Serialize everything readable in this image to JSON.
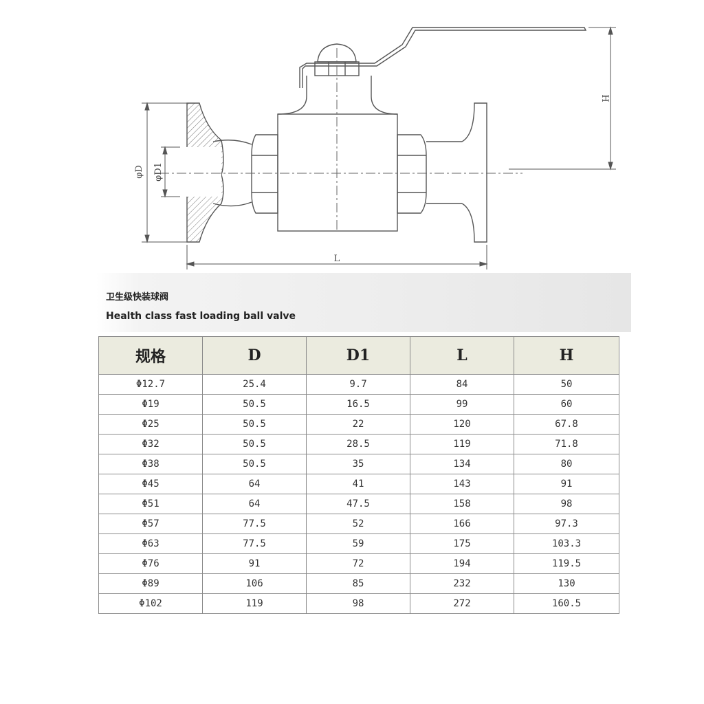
{
  "drawing": {
    "dim_H": "H",
    "dim_D": "φD",
    "dim_D1": "φD1",
    "dim_L": "L"
  },
  "banner": {
    "title_cn": "卫生级快装球阀",
    "title_en": "Health class fast loading ball valve"
  },
  "table": {
    "headers": [
      "规格",
      "D",
      "D1",
      "L",
      "H"
    ],
    "rows": [
      [
        "Φ12.7",
        "25.4",
        "9.7",
        "84",
        "50"
      ],
      [
        "Φ19",
        "50.5",
        "16.5",
        "99",
        "60"
      ],
      [
        "Φ25",
        "50.5",
        "22",
        "120",
        "67.8"
      ],
      [
        "Φ32",
        "50.5",
        "28.5",
        "119",
        "71.8"
      ],
      [
        "Φ38",
        "50.5",
        "35",
        "134",
        "80"
      ],
      [
        "Φ45",
        "64",
        "41",
        "143",
        "91"
      ],
      [
        "Φ51",
        "64",
        "47.5",
        "158",
        "98"
      ],
      [
        "Φ57",
        "77.5",
        "52",
        "166",
        "97.3"
      ],
      [
        "Φ63",
        "77.5",
        "59",
        "175",
        "103.3"
      ],
      [
        "Φ76",
        "91",
        "72",
        "194",
        "119.5"
      ],
      [
        "Φ89",
        "106",
        "85",
        "232",
        "130"
      ],
      [
        "Φ102",
        "119",
        "98",
        "272",
        "160.5"
      ]
    ]
  }
}
